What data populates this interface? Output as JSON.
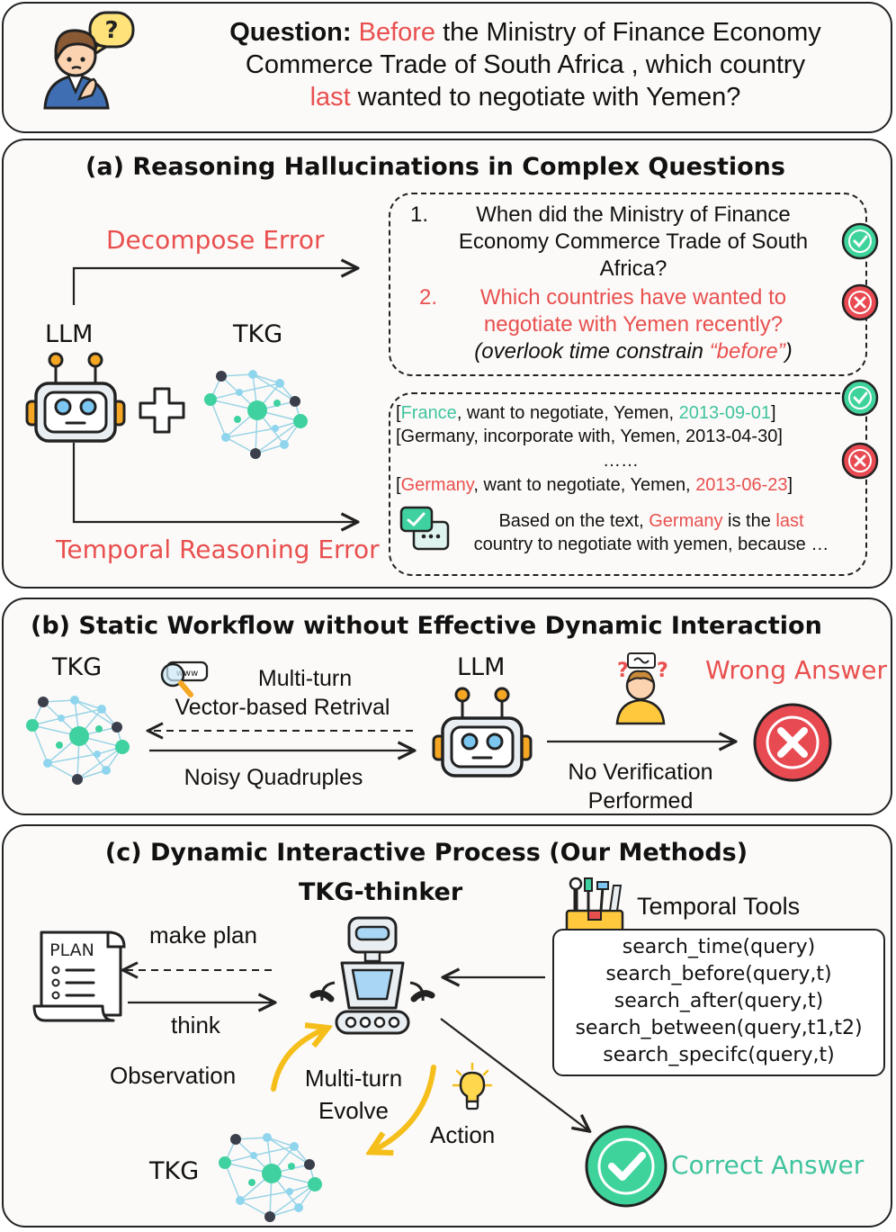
{
  "question": {
    "label": "Question:",
    "before": "Before",
    "text1": " the Ministry of Finance Economy",
    "line2": "Commerce Trade of South Africa , which country",
    "last": "last",
    "line3": " wanted to negotiate with Yemen?"
  },
  "panel_a": {
    "title": "(a) Reasoning Hallucinations in Complex Questions",
    "decompose_error": "Decompose Error",
    "temporal_error": "Temporal Reasoning Error",
    "llm": "LLM",
    "tkg": "TKG",
    "step1_num": "1.",
    "step1_line1": "When did the Ministry of Finance",
    "step1_line2": "Economy Commerce Trade of South",
    "step1_line3": "Africa?",
    "step2_num": "2.",
    "step2_line1": "Which countries have wanted to",
    "step2_line2": "negotiate with Yemen recently?",
    "step2_note_a": "(overlook time constrain ",
    "step2_note_b": "“before”",
    "step2_note_c": ")",
    "quad1": {
      "a": "[",
      "b": "France",
      "c": ", want to negotiate, Yemen, ",
      "d": "2013-09-01",
      "e": "]"
    },
    "quad2": "[Germany, incorporate with, Yemen, 2013-04-30]",
    "ellipsis": "……",
    "quad3": {
      "a": "[",
      "b": "Germany",
      "c": ", want to  negotiate, Yemen, ",
      "d": "2013-06-23",
      "e": "]"
    },
    "answer_a": "Based on the text, ",
    "answer_b": "Germany",
    "answer_c": " is the ",
    "answer_d": "last",
    "answer_line2": "country to negotiate with yemen, because …"
  },
  "panel_b": {
    "title": "(b) Static Workflow without Effective Dynamic Interaction",
    "tkg": "TKG",
    "llm": "LLM",
    "retrieval_line1": "Multi-turn",
    "retrieval_line2": "Vector-based Retrival",
    "noisy": "Noisy Quadruples",
    "no_verif_line1": "No Verification",
    "no_verif_line2": "Performed",
    "wrong": "Wrong Answer",
    "www": "www"
  },
  "panel_c": {
    "title": "(c) Dynamic Interactive Process (Our Methods)",
    "agent": "TKG-thinker",
    "plan_label": "PLAN",
    "make_plan": "make plan",
    "think": "think",
    "observation": "Observation",
    "multiturn_line1": "Multi-turn",
    "multiturn_line2": "Evolve",
    "action": "Action",
    "tkg": "TKG",
    "tools_title": "Temporal Tools",
    "tools": [
      "search_time(query)",
      "search_before(query,t)",
      "search_after(query,t)",
      "search_between(query,t1,t2)",
      "search_specifc(query,t)"
    ],
    "correct": "Correct Answer"
  },
  "colors": {
    "red": "#e8504f",
    "green": "#3fc49e",
    "robot_blue": "#a9d6f5",
    "arrow_yellow": "#f5be1a"
  }
}
